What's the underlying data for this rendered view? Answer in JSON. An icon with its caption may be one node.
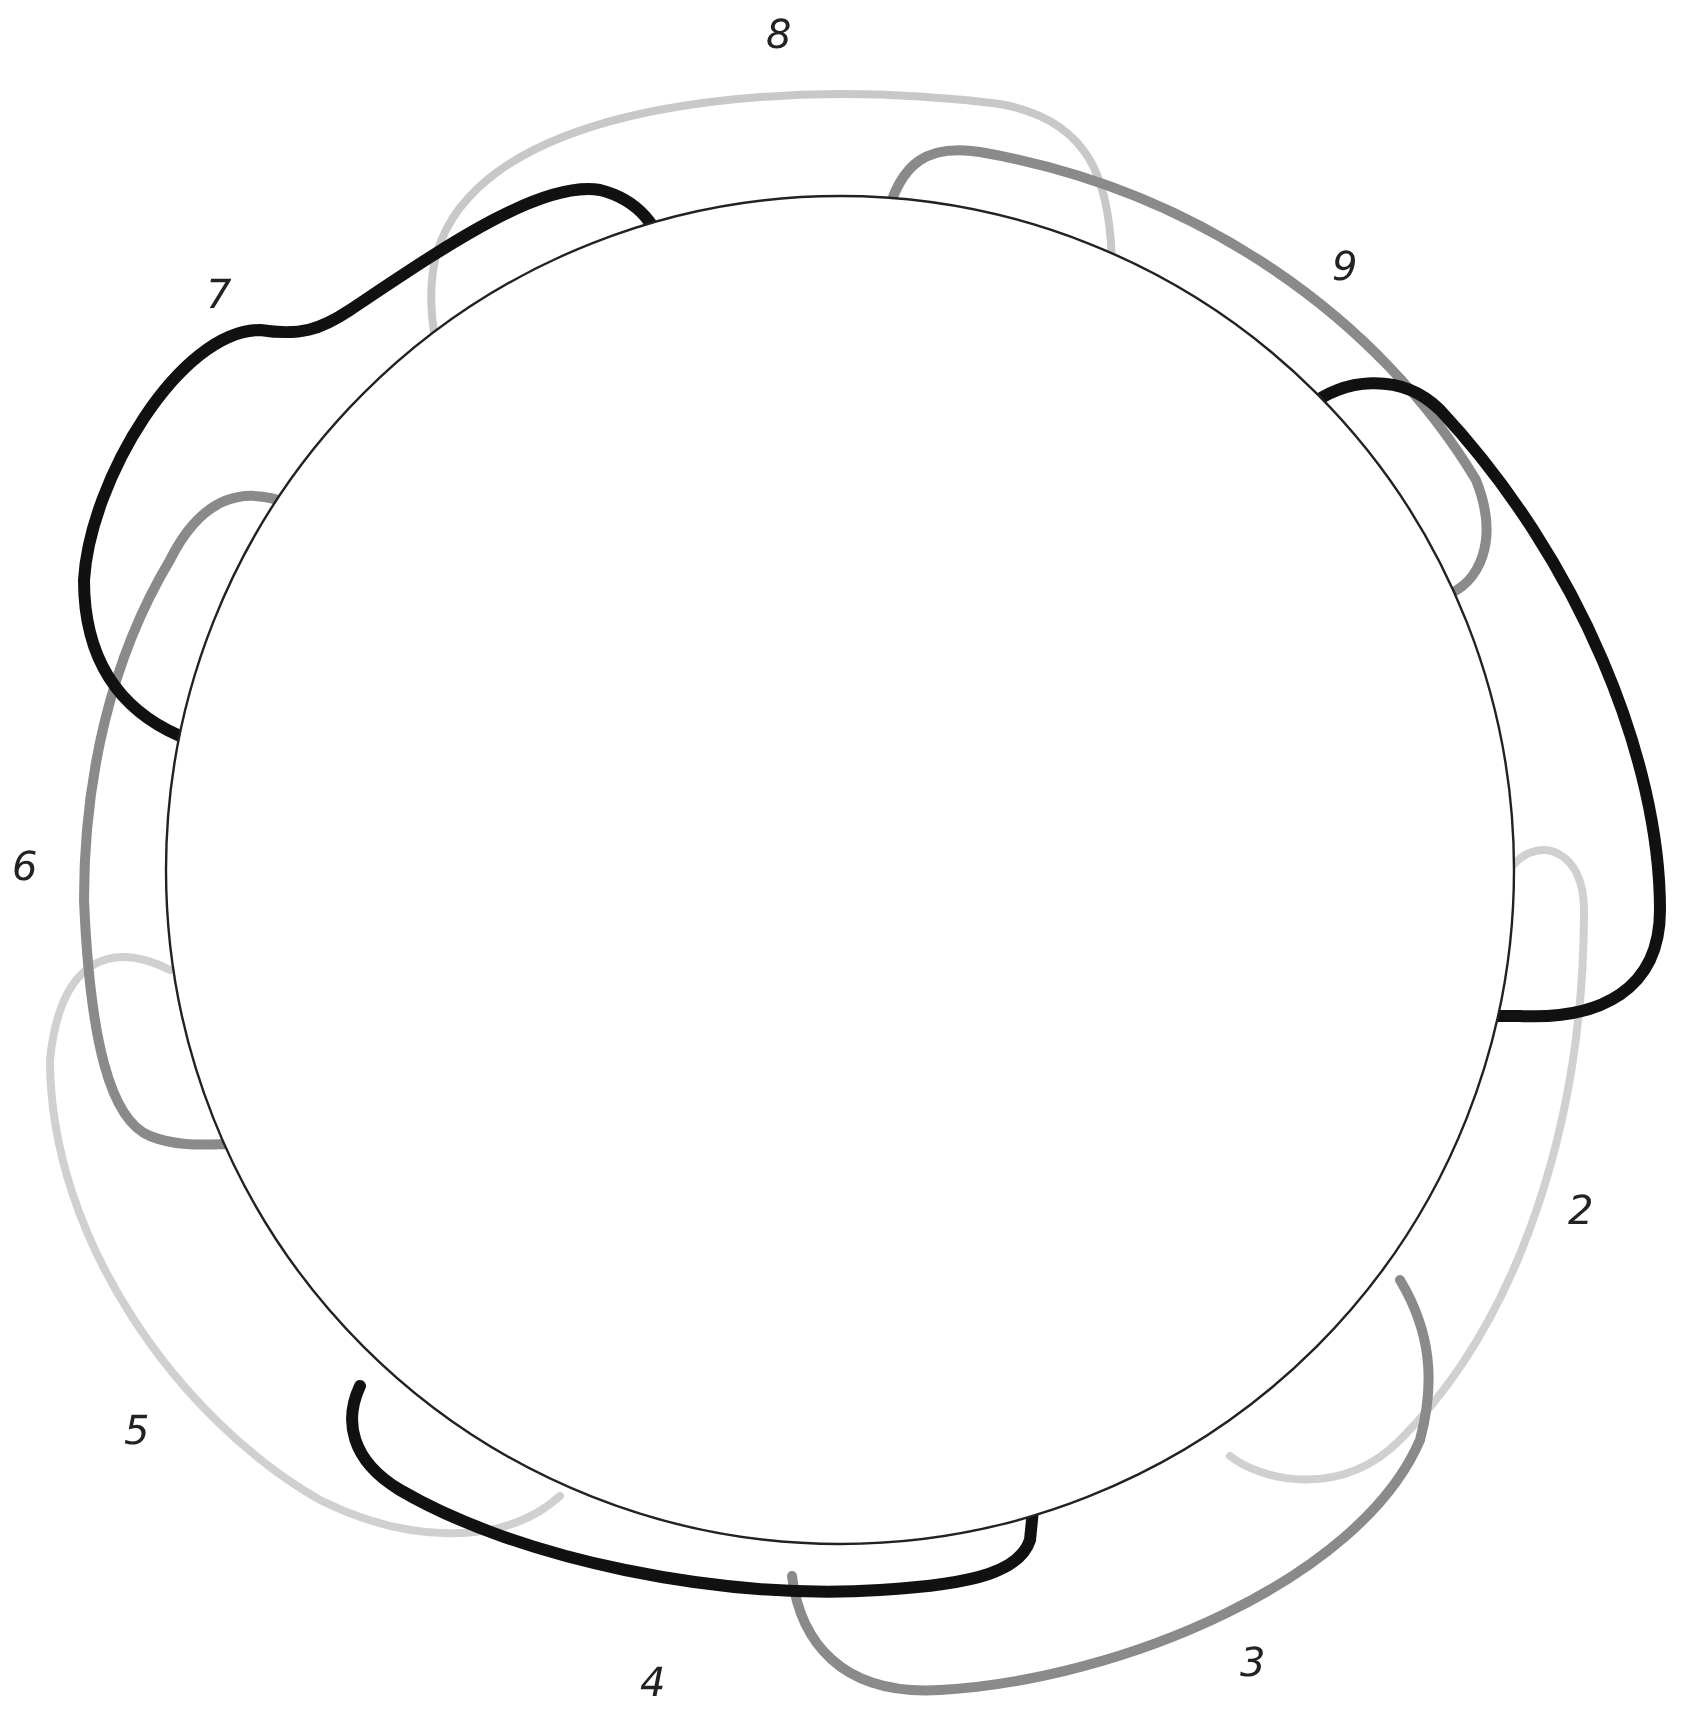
{
  "diagram": {
    "labels": [
      "8",
      "9",
      "7",
      "6",
      "2",
      "5",
      "4",
      "3"
    ]
  }
}
